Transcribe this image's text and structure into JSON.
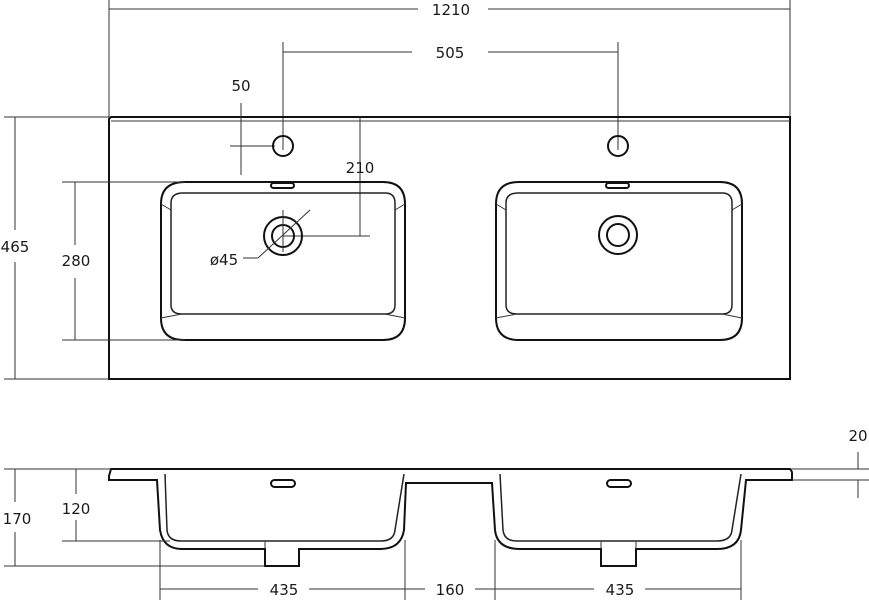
{
  "drawing": {
    "top_view": {
      "overall_width": "1210",
      "bowl_spacing": "505",
      "tap_offset": "50",
      "tap_to_drain": "210",
      "drain_diameter": "ø45",
      "bowl_depth": "280",
      "overall_depth": "465"
    },
    "side_view": {
      "rim_thickness": "20",
      "bowl_height": "120",
      "total_height": "170",
      "bowl_width_left": "435",
      "bowl_gap": "160",
      "bowl_width_right": "435"
    }
  }
}
